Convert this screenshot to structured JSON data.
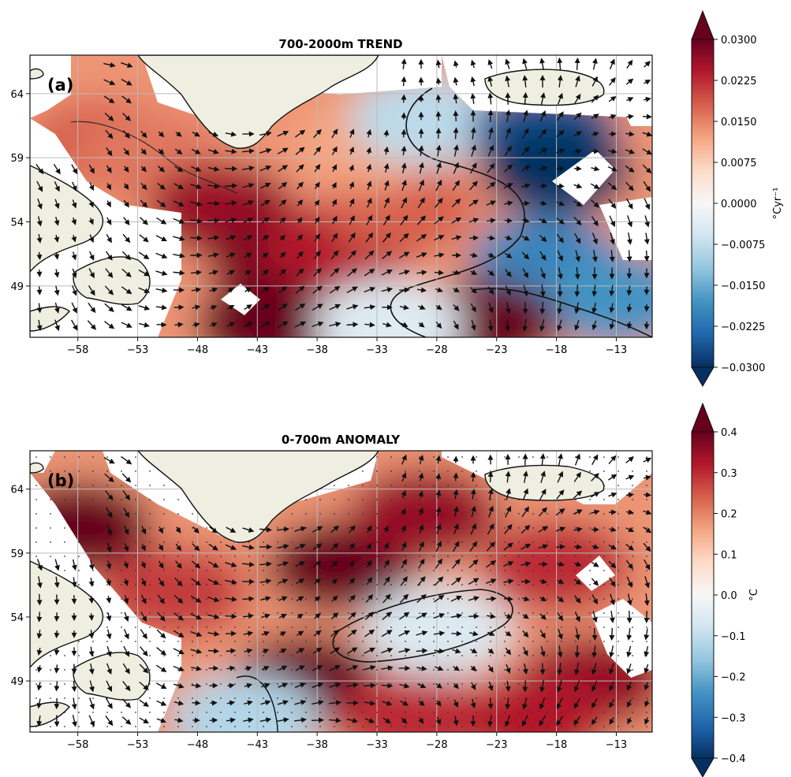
{
  "chart_data": [
    {
      "type": "heatmap",
      "panel_label": "(a)",
      "title": "700-2000m TREND",
      "x_ticks": [
        "−58",
        "−53",
        "−48",
        "−43",
        "−38",
        "−33",
        "−28",
        "−23",
        "−18",
        "−13"
      ],
      "x_tick_values": [
        -58,
        -53,
        -48,
        -43,
        -38,
        -33,
        -28,
        -23,
        -18,
        -13
      ],
      "y_ticks": [
        "49",
        "54",
        "59",
        "64"
      ],
      "y_tick_values": [
        49,
        54,
        59,
        64
      ],
      "xlim": [
        -62,
        -10
      ],
      "ylim": [
        45,
        67
      ],
      "grid": true,
      "colorbar": {
        "ticks": [
          "0.0300",
          "0.0225",
          "0.0150",
          "0.0075",
          "0.0000",
          "−0.0075",
          "−0.0150",
          "−0.0225",
          "−0.0300"
        ],
        "min": -0.03,
        "max": 0.03,
        "unit_label": "°Cyr⁻¹",
        "colors": [
          "#053061",
          "#2166ac",
          "#4393c3",
          "#92c5de",
          "#d1e5f0",
          "#f7f7f7",
          "#fddbc7",
          "#f4a582",
          "#d6604d",
          "#b2182b",
          "#67001f"
        ]
      },
      "field": [
        {
          "lon": -56,
          "lat": 60,
          "value": 0.018
        },
        {
          "lon": -52,
          "lat": 59,
          "value": 0.016
        },
        {
          "lon": -46,
          "lat": 55,
          "value": 0.026
        },
        {
          "lon": -41,
          "lat": 51,
          "value": 0.028
        },
        {
          "lon": -36,
          "lat": 52,
          "value": 0.024
        },
        {
          "lon": -31,
          "lat": 55,
          "value": 0.018
        },
        {
          "lon": -34,
          "lat": 60,
          "value": 0.012
        },
        {
          "lon": -29,
          "lat": 62,
          "value": -0.008
        },
        {
          "lon": -19,
          "lat": 61,
          "value": -0.026
        },
        {
          "lon": -18,
          "lat": 58,
          "value": -0.03
        },
        {
          "lon": -19,
          "lat": 51,
          "value": -0.02
        },
        {
          "lon": -13,
          "lat": 48,
          "value": -0.018
        },
        {
          "lon": -24,
          "lat": 46,
          "value": 0.03
        },
        {
          "lon": -42,
          "lat": 46,
          "value": 0.03
        },
        {
          "lon": -32,
          "lat": 46,
          "value": -0.004
        }
      ]
    },
    {
      "type": "heatmap",
      "panel_label": "(b)",
      "title": "0-700m ANOMALY",
      "x_ticks": [
        "−58",
        "−53",
        "−48",
        "−43",
        "−38",
        "−33",
        "−28",
        "−23",
        "−18",
        "−13"
      ],
      "x_tick_values": [
        -58,
        -53,
        -48,
        -43,
        -38,
        -33,
        -28,
        -23,
        -18,
        -13
      ],
      "y_ticks": [
        "49",
        "54",
        "59",
        "64"
      ],
      "y_tick_values": [
        49,
        54,
        59,
        64
      ],
      "xlim": [
        -62,
        -10
      ],
      "ylim": [
        45,
        67
      ],
      "grid": true,
      "colorbar": {
        "ticks": [
          "0.4",
          "0.3",
          "0.2",
          "0.1",
          "0.0",
          "−0.1",
          "−0.2",
          "−0.3",
          "−0.4"
        ],
        "min": -0.4,
        "max": 0.4,
        "unit_label": "°C",
        "colors": [
          "#053061",
          "#2166ac",
          "#4393c3",
          "#92c5de",
          "#d1e5f0",
          "#f7f7f7",
          "#fddbc7",
          "#f4a582",
          "#d6604d",
          "#b2182b",
          "#67001f"
        ]
      },
      "field": [
        {
          "lon": -58,
          "lat": 61,
          "value": 0.4
        },
        {
          "lon": -50,
          "lat": 56,
          "value": 0.28
        },
        {
          "lon": -36,
          "lat": 58,
          "value": 0.4
        },
        {
          "lon": -29,
          "lat": 62,
          "value": 0.35
        },
        {
          "lon": -18,
          "lat": 58,
          "value": 0.3
        },
        {
          "lon": -28,
          "lat": 53,
          "value": -0.06
        },
        {
          "lon": -39,
          "lat": 49,
          "value": 0.4
        },
        {
          "lon": -44,
          "lat": 46,
          "value": -0.12
        },
        {
          "lon": -15,
          "lat": 49,
          "value": 0.35
        },
        {
          "lon": -30,
          "lat": 46,
          "value": 0.3
        },
        {
          "lon": -20,
          "lat": 46,
          "value": 0.32
        }
      ]
    }
  ]
}
